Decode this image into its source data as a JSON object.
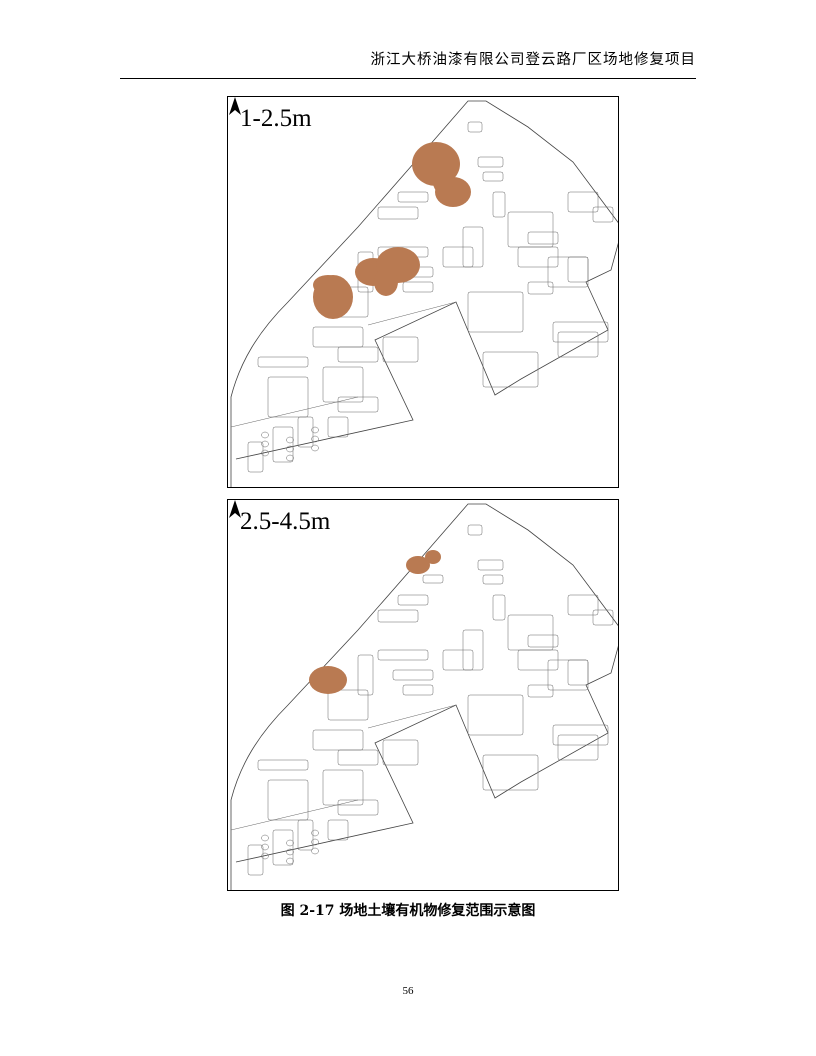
{
  "header": {
    "title": "浙江大桥油漆有限公司登云路厂区场地修复项目"
  },
  "maps": [
    {
      "label": "1-2.5m",
      "north_icon": "north-arrow-icon"
    },
    {
      "label": "2.5-4.5m",
      "north_icon": "north-arrow-icon"
    }
  ],
  "colors": {
    "contamination": "#b97a52",
    "contamination_edge": "#8a5535",
    "lines": "#555555"
  },
  "caption": "图 2-17  场地土壤有机物修复范围示意图",
  "page_number": "56"
}
